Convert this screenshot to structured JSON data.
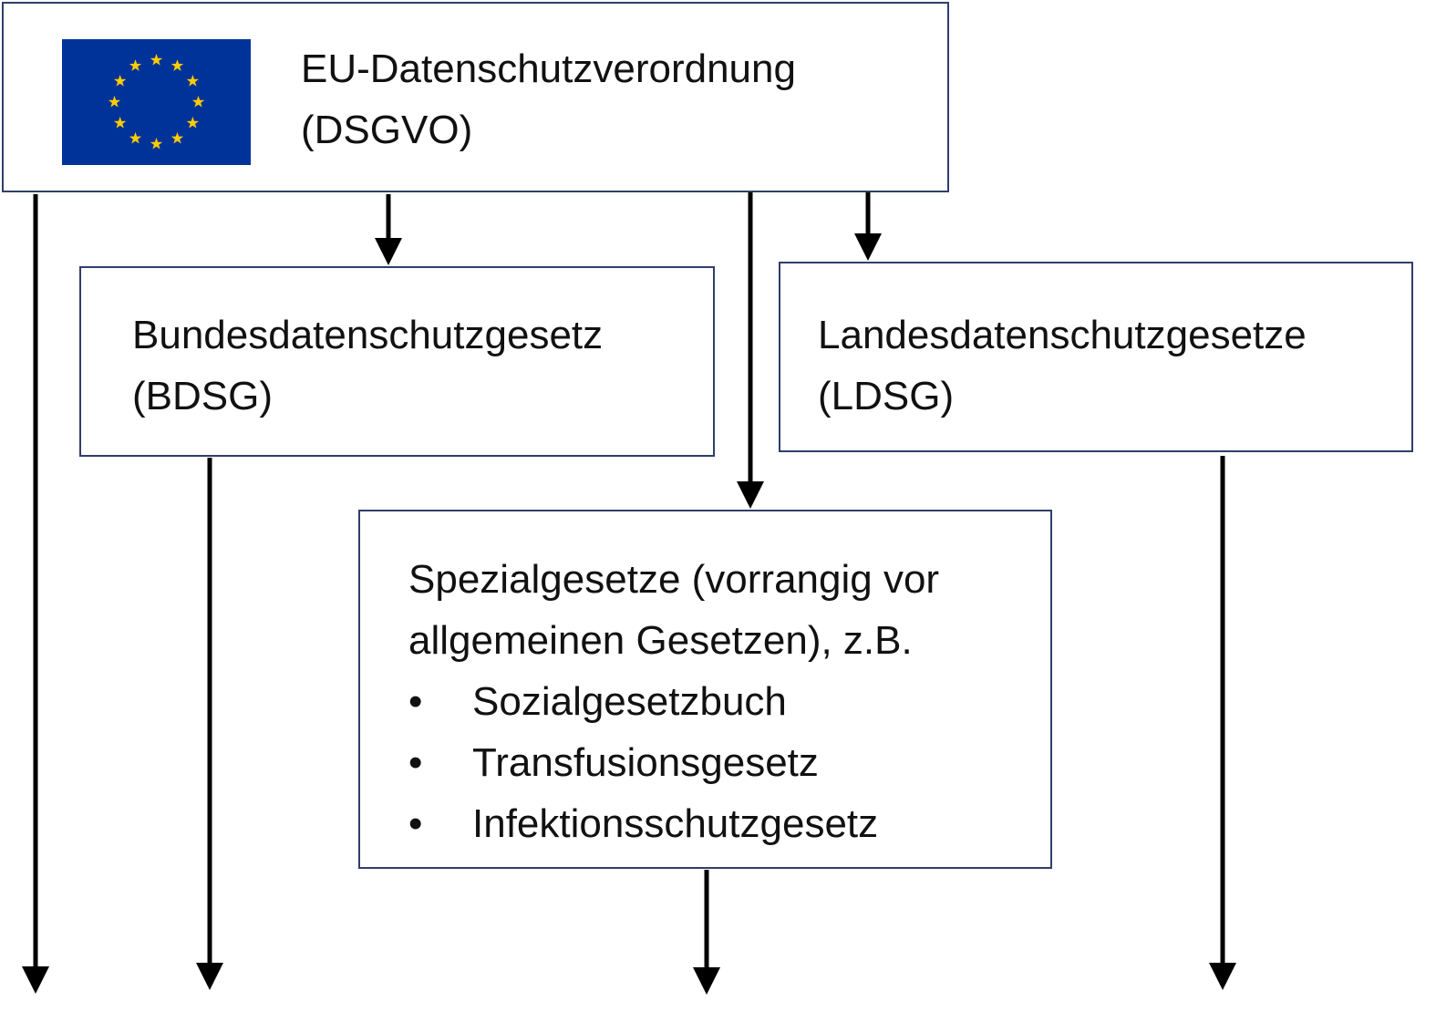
{
  "eu_box": {
    "logo": "eu-flag",
    "line1": "EU-Datenschutzverordnung",
    "line2": "(DSGVO)"
  },
  "bdsg_box": {
    "line1": "Bundesdatenschutzgesetz",
    "line2": "(BDSG)"
  },
  "ldsg_box": {
    "line1": "Landesdatenschutzgesetze",
    "line2": "(LDSG)"
  },
  "special_box": {
    "line1": "Spezialgesetze (vorrangig vor",
    "line2": "allgemeinen Gesetzen), z.B.",
    "items": [
      "Sozialgesetzbuch",
      "Transfusionsgesetz",
      "Infektionsschutzgesetz"
    ]
  },
  "colors": {
    "border": "#2f3f6a",
    "flag_blue": "#003399",
    "flag_star": "#ffcc00",
    "arrow": "#000000"
  }
}
